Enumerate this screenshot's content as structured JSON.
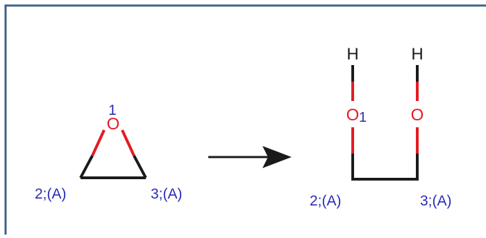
{
  "colors": {
    "frame": "#3d6189",
    "bond_carbon": "#1a1a1a",
    "bond_oxygen": "#e31b23",
    "oxygen_text": "#e31b23",
    "hydrogen_text": "#1a1a1a",
    "map_label": "#2b2bb5"
  },
  "reactant": {
    "oxygen": {
      "symbol": "O",
      "map": "1"
    },
    "carbon_left": {
      "label": "2;(A)"
    },
    "carbon_right": {
      "label": "3;(A)"
    }
  },
  "product": {
    "oxygen_left": {
      "symbol": "O",
      "map": "1"
    },
    "oxygen_right": {
      "symbol": "O"
    },
    "hydrogen_left": {
      "symbol": "H"
    },
    "hydrogen_right": {
      "symbol": "H"
    },
    "carbon_left": {
      "label": "2;(A)"
    },
    "carbon_right": {
      "label": "3;(A)"
    }
  },
  "arrow": {
    "icon": "right-arrow-icon"
  }
}
